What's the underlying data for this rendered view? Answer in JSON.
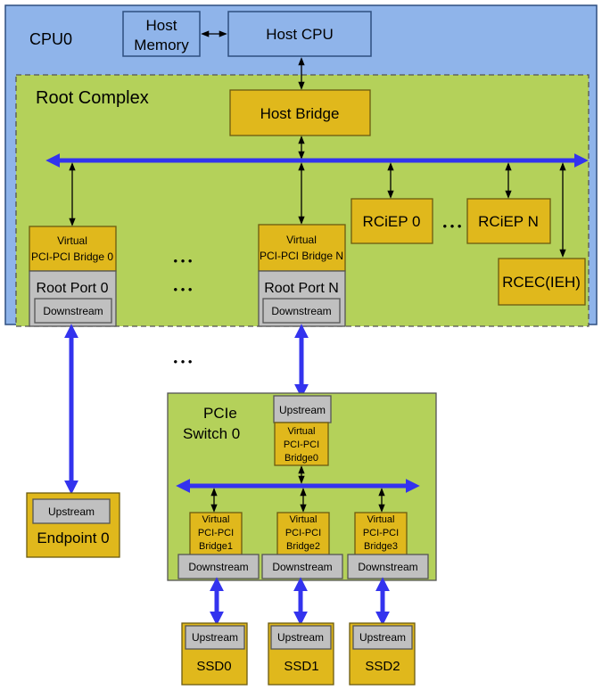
{
  "cpu": {
    "title": "CPU0",
    "host_memory": [
      "Host",
      "Memory"
    ],
    "host_cpu": "Host CPU"
  },
  "root_complex": {
    "title": "Root Complex",
    "host_bridge": "Host Bridge",
    "rciep0": "RCiEP 0",
    "rciepn": "RCiEP N",
    "rciep_dots": "• • •",
    "rcec": "RCEC(IEH)",
    "port0": {
      "bridge": [
        "Virtual",
        "PCI-PCI Bridge 0"
      ],
      "label": "Root Port 0",
      "downstream": "Downstream"
    },
    "portn": {
      "bridge": [
        "Virtual",
        "PCI-PCI Bridge N"
      ],
      "label": "Root Port N",
      "downstream": "Downstream"
    },
    "port_dots": [
      "• • •",
      "• • •"
    ]
  },
  "outside_dots": "• • •",
  "endpoint": {
    "upstream": "Upstream",
    "label": "Endpoint 0"
  },
  "switch": {
    "title": [
      "PCIe",
      "Switch 0"
    ],
    "upstream": "Upstream",
    "bridge0": [
      "Virtual",
      "PCI-PCI",
      "Bridge0"
    ],
    "bridges": [
      [
        "Virtual",
        "PCI-PCI",
        "Bridge1"
      ],
      [
        "Virtual",
        "PCI-PCI",
        "Bridge2"
      ],
      [
        "Virtual",
        "PCI-PCI",
        "Bridge3"
      ]
    ],
    "downstreams": [
      "Downstream",
      "Downstream",
      "Downstream"
    ]
  },
  "ssds": [
    {
      "upstream": "Upstream",
      "label": "SSD0"
    },
    {
      "upstream": "Upstream",
      "label": "SSD1"
    },
    {
      "upstream": "Upstream",
      "label": "SSD2"
    }
  ],
  "colors": {
    "cpu_fill": "#8fb4ea",
    "complex_fill": "#b4d15a",
    "gold": "#e0b81c",
    "gray": "#bfbfbf",
    "bus": "#3333ee"
  }
}
